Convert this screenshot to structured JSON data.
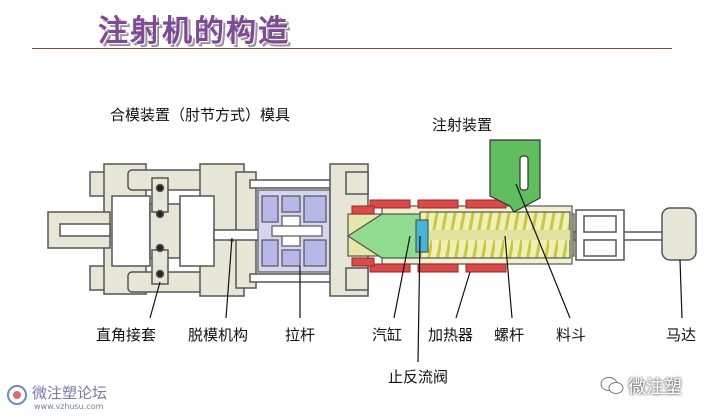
{
  "title": "注射机的构造",
  "labels": {
    "clamping_unit": "合模装置（肘节方式）模具",
    "injection_unit": "注射装置",
    "toggle_hinge": "直角接套",
    "ejector": "脱模机构",
    "tie_bar": "拉杆",
    "nozzle": "汽缸",
    "check_valve": "止反流阀",
    "heater": "加热器",
    "screw": "螺杆",
    "hopper": "料斗",
    "motor": "马达"
  },
  "watermarks": {
    "left_name": "微注塑论坛",
    "left_url": "www.vzhusu.com",
    "right_name": "微注塑"
  },
  "icons": {
    "left_logo": "forum-logo-icon",
    "right_logo": "wechat-icon"
  },
  "colors": {
    "title": "#7d4a94",
    "rule": "#8b4a2e",
    "frame_fill": "#e6e6d6",
    "mold_fill": "#b7b7e8",
    "heater_fill": "#e04848",
    "barrel_fill": "#e6e6a8",
    "hopper_fill": "#5fbf5f",
    "screw": "#d2d24a"
  }
}
